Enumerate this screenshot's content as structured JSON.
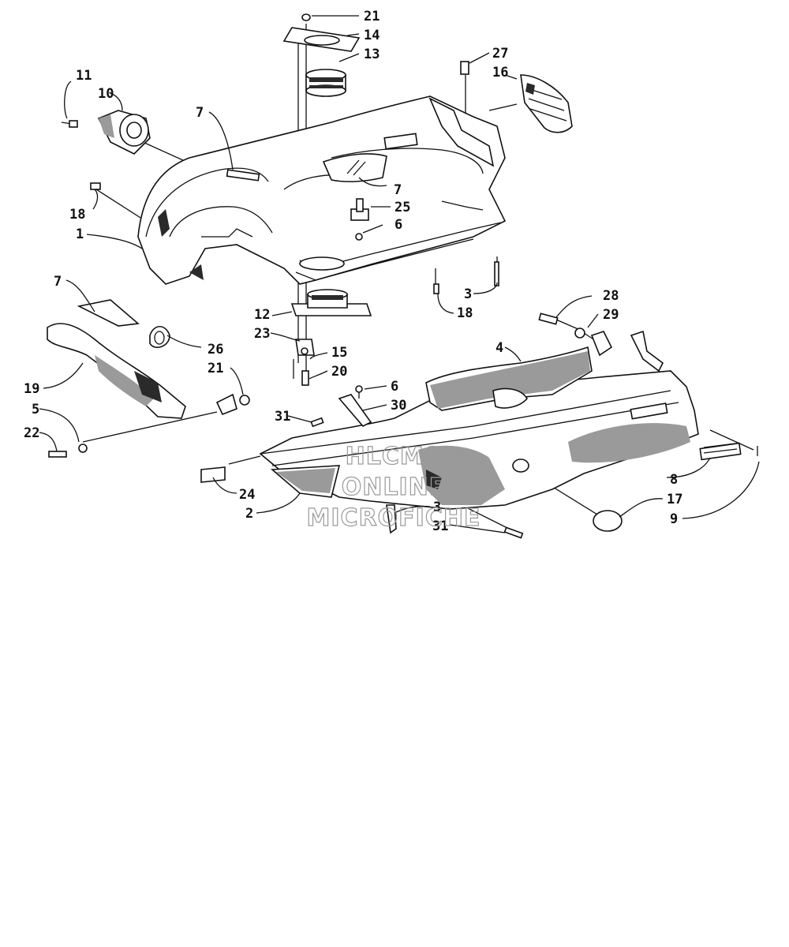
{
  "diagram": {
    "callouts": [
      {
        "id": "c21a",
        "text": "21"
      },
      {
        "id": "c14",
        "text": "14"
      },
      {
        "id": "c13",
        "text": "13"
      },
      {
        "id": "c27",
        "text": "27"
      },
      {
        "id": "c16",
        "text": "16"
      },
      {
        "id": "c11",
        "text": "11"
      },
      {
        "id": "c10",
        "text": "10"
      },
      {
        "id": "c7a",
        "text": "7"
      },
      {
        "id": "c7b",
        "text": "7"
      },
      {
        "id": "c18a",
        "text": "18"
      },
      {
        "id": "c25",
        "text": "25"
      },
      {
        "id": "c1",
        "text": "1"
      },
      {
        "id": "c6a",
        "text": "6"
      },
      {
        "id": "c3a",
        "text": "3"
      },
      {
        "id": "c18b",
        "text": "18"
      },
      {
        "id": "c7c",
        "text": "7"
      },
      {
        "id": "c28",
        "text": "28"
      },
      {
        "id": "c29",
        "text": "29"
      },
      {
        "id": "c12",
        "text": "12"
      },
      {
        "id": "c23",
        "text": "23"
      },
      {
        "id": "c26",
        "text": "26"
      },
      {
        "id": "c15",
        "text": "15"
      },
      {
        "id": "c4",
        "text": "4"
      },
      {
        "id": "c21b",
        "text": "21"
      },
      {
        "id": "c20",
        "text": "20"
      },
      {
        "id": "c19",
        "text": "19"
      },
      {
        "id": "c6b",
        "text": "6"
      },
      {
        "id": "c30",
        "text": "30"
      },
      {
        "id": "c5",
        "text": "5"
      },
      {
        "id": "c31a",
        "text": "31"
      },
      {
        "id": "c22",
        "text": "22"
      },
      {
        "id": "c24",
        "text": "24"
      },
      {
        "id": "c8",
        "text": "8"
      },
      {
        "id": "c3b",
        "text": "3"
      },
      {
        "id": "c17",
        "text": "17"
      },
      {
        "id": "c2",
        "text": "2"
      },
      {
        "id": "c31b",
        "text": "31"
      },
      {
        "id": "c9",
        "text": "9"
      }
    ],
    "watermark": [
      "HLCMS",
      "ONLINE",
      "MICROFICHE"
    ]
  }
}
